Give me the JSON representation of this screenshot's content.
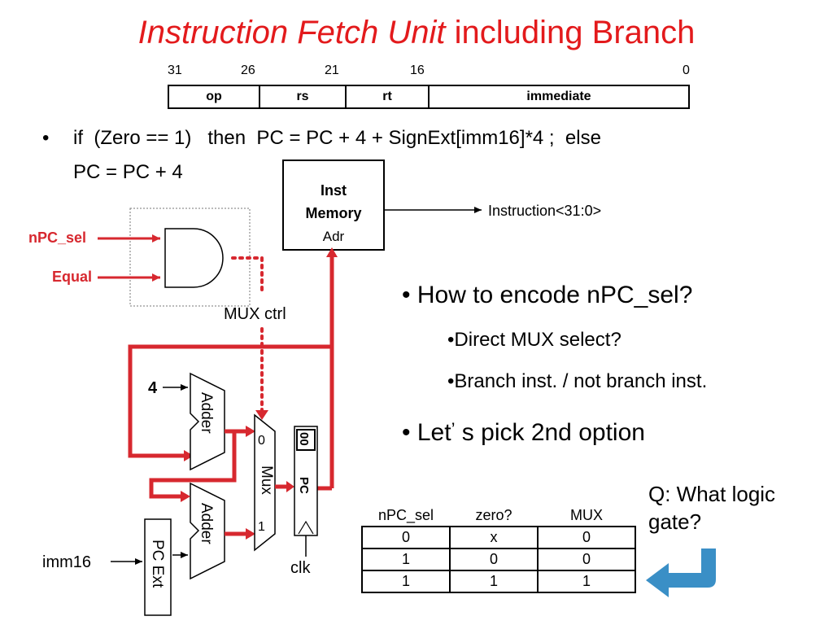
{
  "title": {
    "italic": "Instruction Fetch Unit",
    "rest": " including Branch"
  },
  "field_bits": [
    "31",
    "26",
    "21",
    "16",
    "0"
  ],
  "fields": [
    "op",
    "rs",
    "rt",
    "immediate"
  ],
  "bullet_main": {
    "line1": "if  (Zero == 1)   then  PC = PC + 4 + SignExt[imm16]*4 ;  else",
    "line2": "PC = PC + 4"
  },
  "diagram": {
    "inst_memory": {
      "line1": "Inst",
      "line2": "Memory",
      "port": "Adr"
    },
    "instruction_out": "Instruction<31:0>",
    "npc_sel": "nPC_sel",
    "equal": "Equal",
    "mux_ctrl": "MUX ctrl",
    "four": "4",
    "adder": "Adder",
    "mux": "Mux",
    "mux_in0": "0",
    "mux_in1": "1",
    "pc": "PC",
    "pc_bits": "00",
    "clk": "clk",
    "imm16": "imm16",
    "pc_ext": "PC Ext"
  },
  "questions": {
    "q1": "How to encode nPC_sel?",
    "opt1": "Direct MUX select?",
    "opt2": "Branch inst. / not branch inst.",
    "q2_pre": "Let",
    "q2_apos": "’",
    "q2_post": "s pick 2nd option",
    "logic_q": "Q: What logic gate?"
  },
  "truth_table": {
    "headers": [
      "nPC_sel",
      "zero?",
      "MUX"
    ],
    "rows": [
      [
        "0",
        "x",
        "0"
      ],
      [
        "1",
        "0",
        "0"
      ],
      [
        "1",
        "1",
        "1"
      ]
    ]
  },
  "colors": {
    "title": "#e31a1c",
    "wire_red": "#d7282f",
    "arrow_blue": "#3a8fc6"
  },
  "icons": {
    "return_arrow": "return-arrow-icon"
  }
}
